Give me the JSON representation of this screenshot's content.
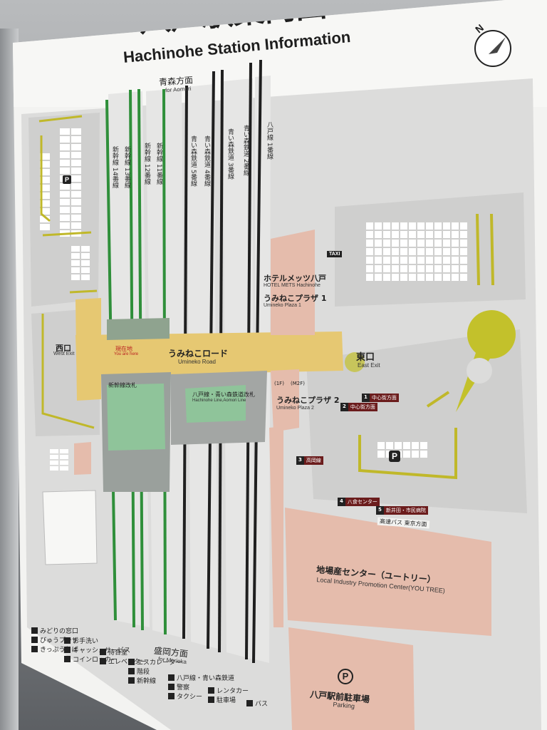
{
  "title": {
    "jp": "八戸駅案内図",
    "en": "Hachinohe Station Information"
  },
  "north_label": "N",
  "directions": {
    "aomori_jp": "青森方面",
    "aomori_en": "for Aomori",
    "morioka_jp": "盛岡方面",
    "morioka_en": "for Morioka"
  },
  "tracks": {
    "t14": "新幹線 14番線",
    "t13": "新幹線 13番線",
    "t12": "新幹線 12番線",
    "t11": "新幹線 11番線",
    "t5": "青い森鉄道 5番線",
    "t4": "青い森鉄道 4番線",
    "t3": "青い森鉄道 3番線",
    "t2": "青い森鉄道 2番線",
    "t1": "八戸線 1番線"
  },
  "concourse": {
    "jp": "うみねこロード",
    "en": "Umineko Road"
  },
  "west_exit": {
    "jp": "西口",
    "en": "West Exit"
  },
  "east_exit": {
    "jp": "東口",
    "en": "East Exit"
  },
  "you_are_here": {
    "jp": "現在地",
    "en": "You are here"
  },
  "gates": {
    "shinkansen": "新幹線改札",
    "conventional_jp": "八戸線・青い森鉄道改札",
    "conventional_en": "Hachinohe Line,Aomori Line"
  },
  "buildings": {
    "hotel_jp": "ホテルメッツ八戸",
    "hotel_en": "HOTEL METS Hachinohe",
    "plaza1_jp": "うみねこプラザ 1",
    "plaza1_en": "Umineko Plaza 1",
    "plaza2_jp": "うみねこプラザ 2",
    "plaza2_en": "Umineko Plaza 2",
    "youtree_jp": "地場産センター（ユートリー）",
    "youtree_en": "Local Industry Promotion Center(YOU TREE)",
    "parking_jp": "八戸駅前駐車場",
    "parking_en": "Parking"
  },
  "floor_marks": {
    "f1": "(1F)",
    "m2f": "(M2F)"
  },
  "bus_stops": [
    {
      "num": "1",
      "label": "中心街方面"
    },
    {
      "num": "2",
      "label": "中心街方面"
    },
    {
      "num": "3",
      "label": "高岡線"
    },
    {
      "num": "4",
      "label": "八食センター"
    },
    {
      "num": "5",
      "label": "新井田・市民病院"
    }
  ],
  "highway_bus": "高速バス 東京方面",
  "taxi": "TAXI",
  "legend": [
    "みどりの窓口",
    "びゅうプラザ",
    "きっぷうりば",
    "お手洗い",
    "キャッシュサービス",
    "コインロッカー",
    "待合室",
    "エレベーター",
    "エスカレーター",
    "階段",
    "新幹線",
    "八戸線・青い森鉄道",
    "警察",
    "タクシー",
    "レンタカー",
    "駐車場",
    "バス"
  ],
  "colors": {
    "concourse": "#e6c872",
    "gate": "#8fc49a",
    "building": "#e5bcac",
    "track_green": "#2f8f3a",
    "track_black": "#1f1f1f",
    "accent": "#c0b82a"
  }
}
